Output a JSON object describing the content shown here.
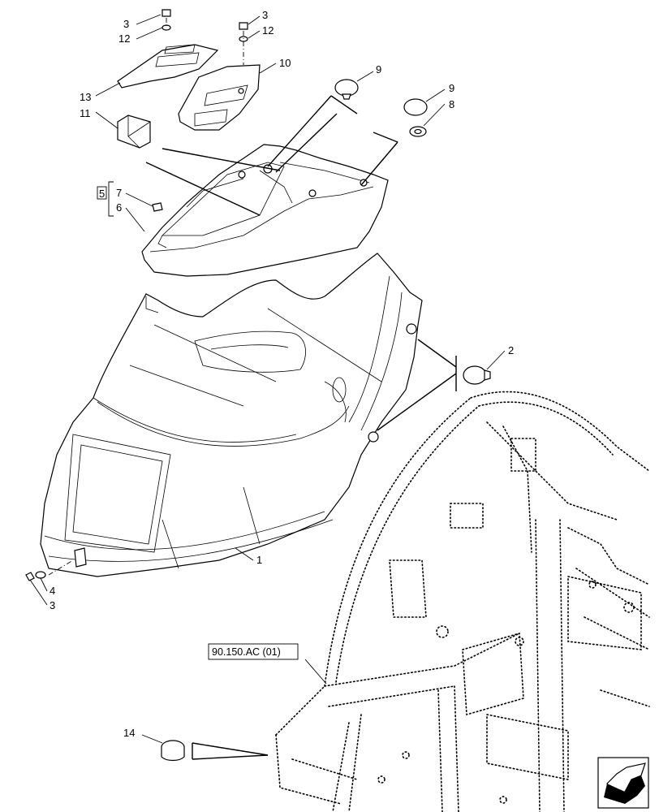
{
  "callouts": {
    "c3_top_left": "3",
    "c12_top_left": "12",
    "c3_top_right": "3",
    "c12_top_right": "12",
    "c13": "13",
    "c10": "10",
    "c11": "11",
    "c9_left": "9",
    "c9_right": "9",
    "c8": "8",
    "c5": "5",
    "c7": "7",
    "c6": "6",
    "c2": "2",
    "c1": "1",
    "c4": "4",
    "c3_bottom": "3",
    "c14": "14"
  },
  "reference": "90.150.AC (01)",
  "nav_icon": "arrow-icon"
}
